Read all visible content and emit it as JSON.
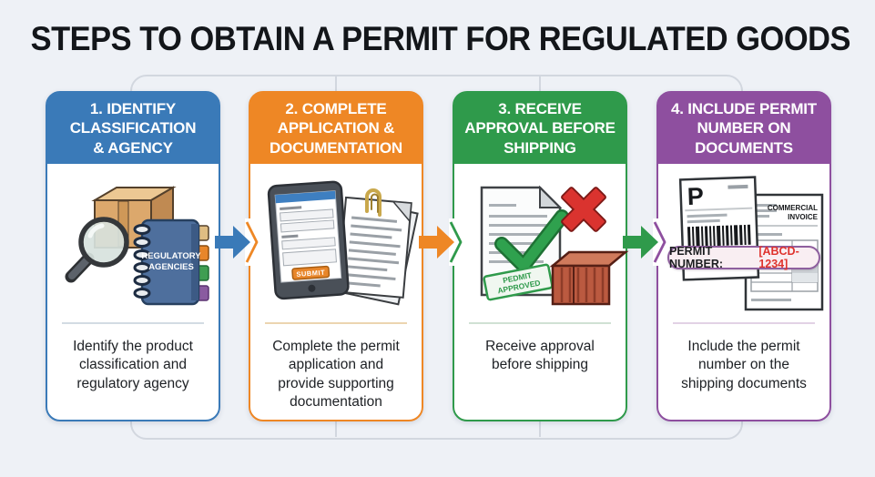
{
  "title": "STEPS TO OBTAIN A PERMIT FOR REGULATED GOODS",
  "colors": {
    "background": "#eef1f6",
    "frame_line": "#d2d7df",
    "title_text": "#13161a",
    "step1_accent": "#3a7ab8",
    "step2_accent": "#ee8725",
    "step3_accent": "#2f9a4b",
    "step4_accent": "#8e4f9f",
    "permit_value_red": "#df332e"
  },
  "steps": [
    {
      "header": "1. IDENTIFY\nCLASSIFICATION\n& AGENCY",
      "description": "Identify the product\nclassification and\nregulatory agency",
      "accent": "#3a7ab8",
      "illustration": {
        "notebook_title_line1": "REGULATORY",
        "notebook_title_line2": "AGENCIES"
      }
    },
    {
      "header": "2. COMPLETE\nAPPLICATION &\nDOCUMENTATION",
      "description": "Complete the permit\napplication and\nprovide supporting\ndocumentation",
      "accent": "#ee8725",
      "illustration": {
        "submit_button": "SUBMIT"
      }
    },
    {
      "header": "3. RECEIVE\nAPPROVAL BEFORE\nSHIPPING",
      "description": "Receive approval\nbefore shipping",
      "accent": "#2f9a4b",
      "illustration": {
        "stamp_line1": "PEDMIT",
        "stamp_line2": "APPROVED"
      }
    },
    {
      "header": "4. INCLUDE PERMIT\nNUMBER ON\nDOCUMENTS",
      "description": "Include the permit\nnumber on the\nshipping documents",
      "accent": "#8e4f9f",
      "illustration": {
        "label_letter": "P",
        "invoice_line1": "COMMERCIAL",
        "invoice_line2": "INVOICE",
        "permit_label": "PERMIT NUMBER:",
        "permit_value": "[ABCD-1234]"
      }
    }
  ],
  "arrows": [
    {
      "from": "step-1",
      "to": "step-2",
      "color": "#3a7ab8"
    },
    {
      "from": "step-2",
      "to": "step-3",
      "color": "#ee8725"
    },
    {
      "from": "step-3",
      "to": "step-4",
      "color": "#2f9a4b"
    }
  ]
}
